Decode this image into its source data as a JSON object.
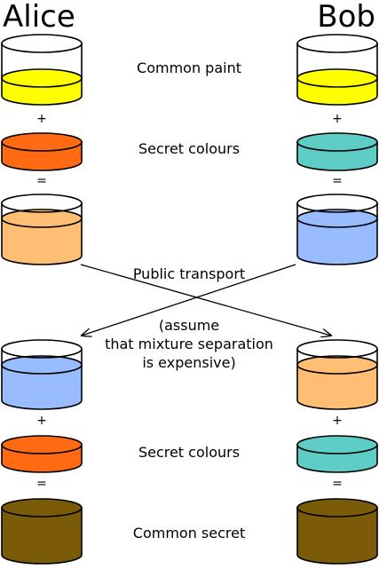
{
  "names": {
    "left": "Alice",
    "right": "Bob"
  },
  "labels": {
    "common_paint": "Common paint",
    "secret_colours_1": "Secret colours",
    "public_transport": "Public transport",
    "assume_line1": "(assume",
    "assume_line2": "that mixture separation",
    "assume_line3": "is expensive)",
    "secret_colours_2": "Secret colours",
    "common_secret": "Common secret"
  },
  "operators": {
    "plus": "+",
    "equals": "="
  },
  "colors": {
    "common_paint": "#ffff00",
    "alice_secret": "#ff6a13",
    "bob_secret": "#5ecdc5",
    "alice_mixture": "#ffbe73",
    "bob_mixture": "#99bbff",
    "common_secret": "#7a5c08"
  }
}
